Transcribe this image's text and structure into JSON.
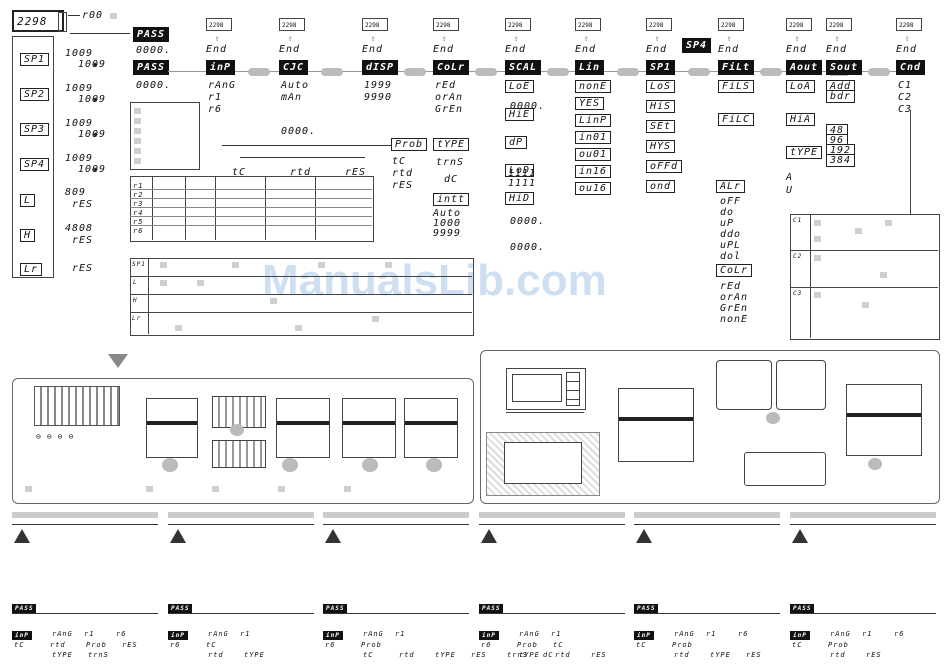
{
  "watermark": "ManualsLib.com",
  "display": {
    "main": "2298",
    "r": "r00"
  },
  "pass": "PASS",
  "menu": [
    {
      "key": "SP1",
      "val1": "1009",
      "val2": "1009"
    },
    {
      "key": "SP2",
      "val1": "1009",
      "val2": "1009"
    },
    {
      "key": "SP3",
      "val1": "1009",
      "val2": "1009"
    },
    {
      "key": "SP4",
      "val1": "1009",
      "val2": "1009"
    },
    {
      "key": "L",
      "val1": "809",
      "val2": "rES"
    },
    {
      "key": "H",
      "val1": "4808",
      "val2": "rES"
    },
    {
      "key": "Lr",
      "val1": "rES",
      "val2": ""
    }
  ],
  "pass_vals": {
    "v1": "0000.",
    "v2": "0000."
  },
  "columns": [
    {
      "mini": "2298",
      "end": "End",
      "key": "inP",
      "items": [
        "rAnG",
        "r1",
        "r6"
      ]
    },
    {
      "mini": "2298",
      "end": "End",
      "key": "CJC",
      "items": [
        "Auto",
        "mAn",
        "0000."
      ]
    },
    {
      "mini": "2298",
      "end": "End",
      "key": "dISP",
      "items": [
        "1999",
        "9990"
      ]
    },
    {
      "mini": "2298",
      "end": "End",
      "key": "CoLr",
      "items": [
        "rEd",
        "orAn",
        "GrEn"
      ]
    },
    {
      "mini": "2298",
      "end": "End",
      "key": "SCAL",
      "items": [
        "LoE",
        "HiE",
        "dP",
        "LoD",
        "HiD"
      ]
    },
    {
      "mini": "2298",
      "end": "End",
      "key": "Lin",
      "items": [
        "nonE",
        "YES",
        "LinP",
        "in01",
        "ou01",
        "in16",
        "ou16"
      ]
    },
    {
      "mini": "2298",
      "end": "End",
      "key": "SP1",
      "items": [
        "LoS",
        "HiS",
        "SEt",
        "HYS",
        "oFFd",
        "ond"
      ]
    },
    {
      "mini": "2298",
      "end": "End",
      "key": "FiLt",
      "items": [
        "FiLS",
        "FiLC"
      ]
    },
    {
      "mini": "2298",
      "end": "End",
      "key": "Aout",
      "items": [
        "LoA",
        "HiA",
        "tYPE"
      ]
    },
    {
      "mini": "2298",
      "end": "End",
      "key": "Sout",
      "items": [
        "Add",
        "bdr",
        "48",
        "96",
        "192",
        "384"
      ]
    },
    {
      "mini": "2298",
      "end": "End",
      "key": "Cnd",
      "items": [
        "C1",
        "C2",
        "C3"
      ]
    }
  ],
  "sp4_label": "SP4",
  "prob": {
    "key": "Prob",
    "items": [
      "tC",
      "rtd",
      "rES"
    ]
  },
  "type": {
    "key": "tYPE",
    "items": [
      "trnS",
      "dC"
    ]
  },
  "intt": {
    "key": "intt",
    "items": [
      "Auto",
      "1000",
      "9999"
    ]
  },
  "alr": {
    "key": "ALr",
    "items": [
      "oFF",
      "do",
      "uP",
      "ddo",
      "uPL",
      "dol"
    ]
  },
  "colr2": {
    "key": "CoLr",
    "items": [
      "rEd",
      "orAn",
      "GrEn",
      "nonE"
    ]
  },
  "table_headers": {
    "tc": "tC",
    "rtd": "rtd",
    "res": "rES"
  },
  "table_rows": [
    "r1",
    "r2",
    "r3",
    "r4",
    "r5",
    "r6"
  ],
  "lower_table_rows": [
    "SP1",
    "L",
    "H",
    "Lr"
  ],
  "cnd_rows": [
    "C1",
    "C2",
    "C3"
  ],
  "scal_vals": [
    "0000.",
    "1111",
    "1111",
    "0000.",
    "0000."
  ],
  "aout_vals": [
    "A",
    "U"
  ],
  "footer_pass": "PASS",
  "footer_cols": [
    {
      "pass": "PASS",
      "inp": "inP",
      "l1": [
        "rAnG",
        "r1",
        "r6"
      ],
      "l2": [
        "tC",
        "rtd",
        "Prob",
        "rES"
      ],
      "l3": [
        "tYPE",
        "trnS"
      ]
    },
    {
      "pass": "PASS",
      "inp": "inP",
      "l1": [
        "rAnG",
        "r1"
      ],
      "l2": [
        "r6",
        "tC"
      ],
      "l3": [
        "rtd",
        "tYPE"
      ]
    },
    {
      "pass": "PASS",
      "inp": "inP",
      "l1": [
        "rAnG",
        "r1"
      ],
      "l2": [
        "r6",
        "Prob"
      ],
      "l3": [
        "tC",
        "rtd",
        "tYPE",
        "rES",
        "trnS",
        "dC"
      ]
    },
    {
      "pass": "PASS",
      "inp": "inP",
      "l1": [
        "rAnG",
        "r1"
      ],
      "l2": [
        "r6",
        "Prob",
        "tC"
      ],
      "l3": [
        "tYPE",
        "rtd",
        "rES"
      ]
    },
    {
      "pass": "PASS",
      "inp": "inP",
      "l1": [
        "rAnG",
        "r1",
        "r6"
      ],
      "l2": [
        "tC",
        "Prob"
      ],
      "l3": [
        "rtd",
        "tYPE",
        "rES"
      ]
    },
    {
      "pass": "PASS",
      "inp": "inP",
      "l1": [
        "rAnG",
        "r1",
        "r6"
      ],
      "l2": [
        "tC",
        "Prob"
      ],
      "l3": [
        "rtd",
        "rES"
      ]
    }
  ],
  "colors": {
    "ink": "#111111",
    "gray": "#cfcfcf",
    "watermark": "#508cd2"
  }
}
